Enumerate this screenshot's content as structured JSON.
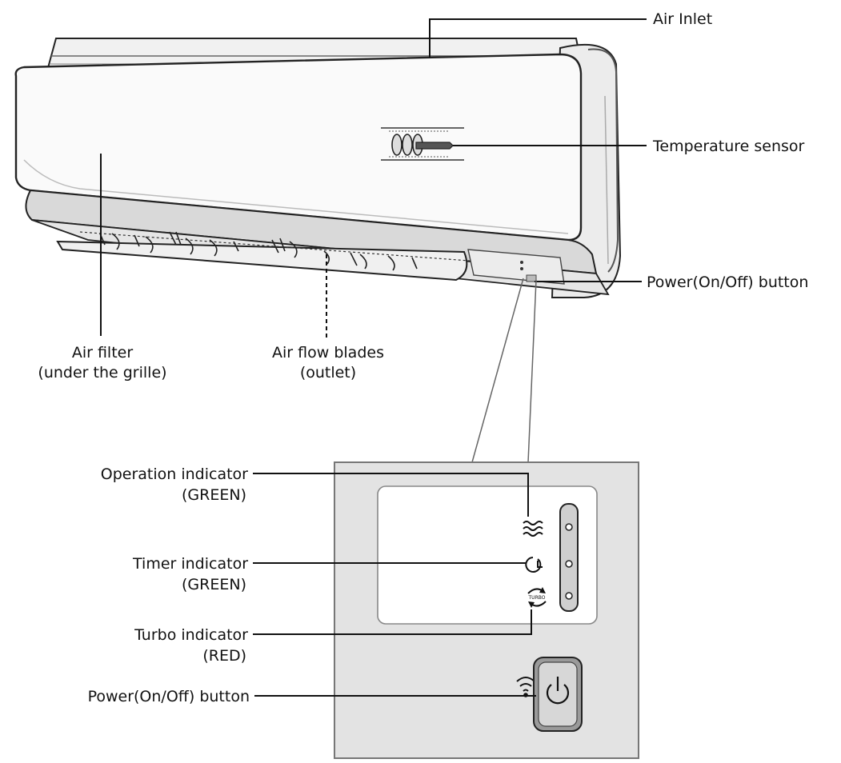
{
  "labels": {
    "air_inlet": "Air Inlet",
    "temperature_sensor": "Temperature sensor",
    "power_button_top": "Power(On/Off) button",
    "air_filter_line1": "Air filter",
    "air_filter_line2": "(under the grille)",
    "air_flow_line1": "Air flow blades",
    "air_flow_line2": "(outlet)",
    "operation_line1": "Operation indicator",
    "operation_line2": "(GREEN)",
    "timer_line1": "Timer indicator",
    "timer_line2": "(GREEN)",
    "turbo_line1": "Turbo indicator",
    "turbo_line2": "(RED)",
    "power_button_panel": "Power(On/Off) button"
  },
  "panel": {
    "turbo_text": "TURBO"
  },
  "icons": [
    "operation-wave-icon",
    "timer-clock-icon",
    "turbo-arrows-icon",
    "wifi-icon",
    "power-icon"
  ]
}
